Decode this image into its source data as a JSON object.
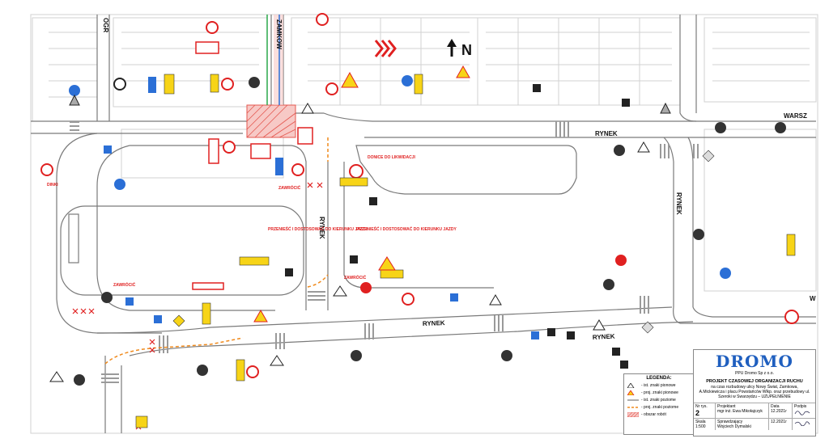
{
  "map": {
    "north_label": "N",
    "streets": {
      "ogrodowa": "OGR",
      "zamkowa": "ZAMKOW",
      "warszawska": "WARSZ",
      "rynek_east": "RYNEK",
      "rynek_mid": "RYNEK",
      "rynek_south": "RYNEK",
      "rynek_vertical_1": "RYNEK",
      "rynek_vertical_2": "RYNEK",
      "edge_w": "W"
    },
    "notes": {
      "do_likwidacji": "DONICE DO LIKWIDACJI",
      "przeniesc_left": "PRZENIEŚĆ I DOSTOSOWAĆ DO KIERUNKU JAZDY",
      "przeniesc_right": "PRZENIEŚĆ I DOSTOSOWAĆ DO KIERUNKU JAZDY",
      "zawrocic": "ZAWRÓCIĆ",
      "dinki": "DINKI",
      "zawrocic_2": "ZAWRÓCIĆ",
      "zawrocic_3": "ZAWRÓCIĆ"
    }
  },
  "legend": {
    "title": "LEGENDA:",
    "items": [
      "- ist. znaki pionowe",
      "- proj. znaki pionowe",
      "- ist. znaki poziome",
      "- proj. znaki poziome",
      "- obszar robót"
    ]
  },
  "title_block": {
    "logo": "DROMO",
    "company": "PPU Dromo Sp z o.o.",
    "project_title": "PROJEKT CZASOWEJ ORGANIZACJI RUCHU",
    "project_desc": "na czas rozbudowy ulicy Nowy Świat, Zamkowa, A.Mickiewicza i placu Powstańców Wlkp. oraz przebudowy ul. Szeroki w Swarzędzu – UZUPEŁNIENIE",
    "sheet_no_label": "Nr rys.",
    "sheet_no": "2",
    "designer_label": "Projektant",
    "designer": "mgr inż. Ewa Mikołajczyk",
    "date_label": "Data",
    "date_1": "12.2021r",
    "signature_label": "Podpis",
    "scale_label": "Skala",
    "scale": "1:500",
    "checker_label": "Sprawdzający",
    "checker": "Wojciech Dymalski",
    "date_2": "12.2021r"
  },
  "colors": {
    "road": "#7a7a7a",
    "building": "#cfcfcf",
    "sign_red": "#e02020",
    "sign_blue": "#2b6fd6",
    "sign_yellow": "#f7d417",
    "work_area": "#e4574f",
    "brand_blue": "#1f5fbf"
  }
}
